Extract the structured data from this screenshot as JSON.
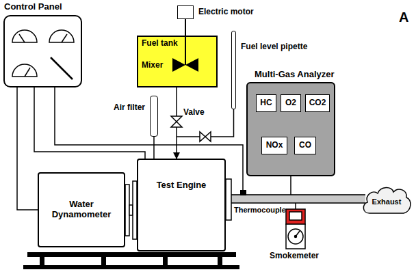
{
  "diagram": {
    "nodes": [
      {
        "text": [
          "Control Panel"
        ]
      },
      {
        "text": [
          "Electric motor"
        ]
      },
      {
        "text": [
          "Fuel tank",
          "Mixer"
        ]
      },
      {
        "text": [
          "Fuel level pipette"
        ]
      },
      {
        "text": [
          "Air filter"
        ]
      },
      {
        "text": [
          "Multi-Gas Analyzer"
        ]
      },
      {
        "text": [
          "HC"
        ],
        "in": 5
      },
      {
        "text": [
          "O2"
        ],
        "in": 5
      },
      {
        "text": [
          "CO2"
        ],
        "in": 5
      },
      {
        "text": [
          "NOx"
        ],
        "in": 5
      },
      {
        "text": [
          "CO"
        ],
        "in": 5
      },
      {
        "text": [
          "Water Dynamometer"
        ]
      },
      {
        "text": [
          "Test Engine"
        ]
      },
      {
        "text": [
          "Exhaust"
        ]
      },
      {
        "text": [
          "Smokemeter"
        ]
      }
    ],
    "edges": [
      {
        "from": 0,
        "to": 11,
        "arrow": "none"
      },
      {
        "from": 0,
        "to": 12,
        "arrow": "none"
      },
      {
        "from": 2,
        "to": 12,
        "arrow": "to"
      },
      {
        "from": 4,
        "to": 12,
        "arrow": "none"
      },
      {
        "from": 1,
        "to": 2,
        "arrow": "none"
      },
      {
        "from": 12,
        "to": 13,
        "arrow": "none"
      }
    ],
    "labels": [
      "A",
      "Valve",
      "Thermocouple"
    ]
  }
}
